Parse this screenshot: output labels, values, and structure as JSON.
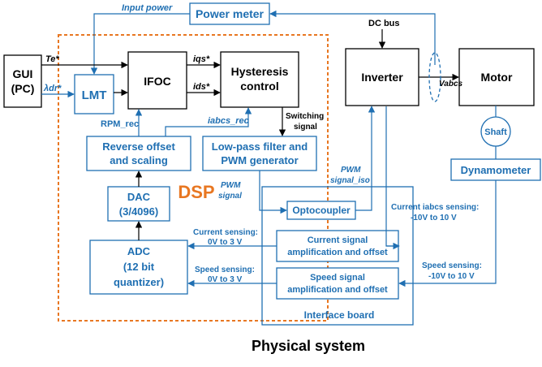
{
  "colors": {
    "black": "#000000",
    "blue": "#1f6fb2",
    "dsp_border": "#e87722",
    "dsp_label": "#e87722"
  },
  "blocks": {
    "power_meter": "Power meter",
    "gui_line1": "GUI",
    "gui_line2": "(PC)",
    "lmt": "LMT",
    "ifoc": "IFOC",
    "hysteresis_line1": "Hysteresis",
    "hysteresis_line2": "control",
    "inverter": "Inverter",
    "motor": "Motor",
    "shaft": "Shaft",
    "dynamometer": "Dynamometer",
    "reverse_line1": "Reverse offset",
    "reverse_line2": "and scaling",
    "lowpass_line1": "Low-pass filter and",
    "lowpass_line2": "PWM generator",
    "dac_line1": "DAC",
    "dac_line2": "(3/4096)",
    "adc_line1": "ADC",
    "adc_line2": "(12 bit",
    "adc_line3": "quantizer)",
    "optocoupler": "Optocoupler",
    "current_amp_line1": "Current signal",
    "current_amp_line2": "amplification and offset",
    "speed_amp_line1": "Speed signal",
    "speed_amp_line2": "amplification and offset",
    "interface_board": "Interface board",
    "dsp": "DSP",
    "physical_system": "Physical system"
  },
  "labels": {
    "input_power": "Input power",
    "dc_bus": "DC bus",
    "te_star": "Te*",
    "lambda_dr_star": "λdr*",
    "iqs_star": "iqs*",
    "ids_star": "ids*",
    "v_abcs": "Vabcs",
    "rpm_rec": "RPM_rec",
    "iabcs_rec": "iabcs_rec",
    "switching_line1": "Switching",
    "switching_line2": "signal",
    "pwm_signal_line1": "PWM",
    "pwm_signal_line2": "signal",
    "pwm_signal_iso_line1": "PWM",
    "pwm_signal_iso_line2": "signal_iso",
    "current_sensing_r_line1": "Current iabcs sensing:",
    "current_sensing_r_line2": "-10V to 10 V",
    "current_sensing_l_line1": "Current sensing:",
    "current_sensing_l_line2": "0V to 3 V",
    "speed_sensing_l_line1": "Speed sensing:",
    "speed_sensing_l_line2": "0V to 3 V",
    "speed_sensing_r_line1": "Speed sensing:",
    "speed_sensing_r_line2": "-10V to 10 V"
  }
}
